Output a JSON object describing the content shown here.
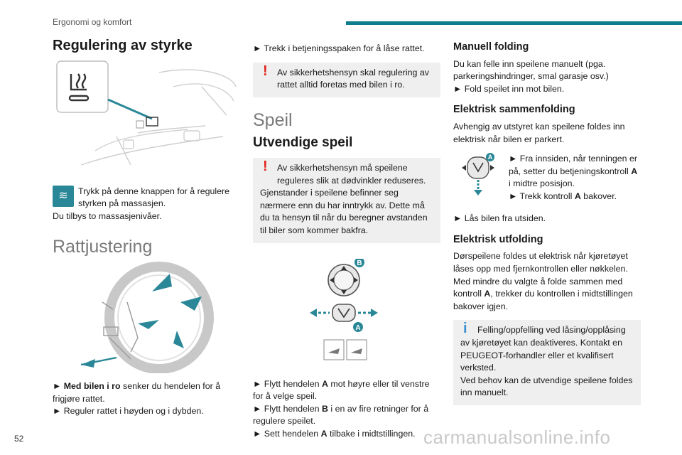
{
  "header": {
    "section_title": "Ergonomi og komfort",
    "page_number": "52"
  },
  "watermark": "carmanualsonline.info",
  "col1": {
    "h_regulering": "Regulering av styrke",
    "massage_text_1": "Trykk på denne knappen for å regulere styrken på massasjen.",
    "massage_text_2": "Du tilbys to massasjenivåer.",
    "h_rattjustering": "Rattjustering",
    "steer_b1_bold": "Med bilen i ro",
    "steer_b1_rest": " senker du hendelen for å frigjøre rattet.",
    "steer_b2": "Reguler rattet i høyden og i dybden."
  },
  "col2": {
    "trekk": "Trekk i betjeningsspaken for å låse rattet.",
    "warn_steer": "Av sikkerhetshensyn skal regulering av rattet alltid foretas med bilen i ro.",
    "h_speil": "Speil",
    "h_utvendige": "Utvendige speil",
    "warn_mirror_1": "Av sikkerhetshensyn må speilene reguleres slik at dødvinkler reduseres.",
    "warn_mirror_2": "Gjenstander i speilene befinner seg nærmere enn du har inntrykk av. Dette må du ta hensyn til når du beregner avstanden til biler som kommer bakfra.",
    "label_b": "B",
    "label_a": "A",
    "m_b1_pre": "Flytt hendelen ",
    "m_b1_bold": "A",
    "m_b1_post": " mot høyre eller til venstre for å velge speil.",
    "m_b2_pre": "Flytt hendelen ",
    "m_b2_bold": "B",
    "m_b2_post": " i en av fire retninger for å regulere speilet.",
    "m_b3_pre": "Sett hendelen ",
    "m_b3_bold": "A",
    "m_b3_post": " tilbake i midtstillingen."
  },
  "col3": {
    "h_manuell": "Manuell folding",
    "manuell_text": "Du kan felle inn speilene manuelt (pga. parkeringshindringer, smal garasje osv.)",
    "manuell_b1": "Fold speilet inn mot bilen.",
    "h_elektrisk_samm": "Elektrisk sammenfolding",
    "samm_text": "Avhengig av utstyret kan speilene foldes inn elektrisk når bilen er parkert.",
    "samm_b1_pre": "Fra innsiden, når tenningen er på, setter du betjeningskontroll ",
    "samm_b1_bold": "A",
    "samm_b1_post": " i midtre posisjon.",
    "samm_b2_pre": "Trekk kontroll ",
    "samm_b2_bold": "A",
    "samm_b2_post": " bakover.",
    "samm_b3": "Lås bilen fra utsiden.",
    "label_a": "A",
    "h_elektrisk_utf": "Elektrisk utfolding",
    "utf_pre": "Dørspeilene foldes ut elektrisk når kjøretøyet låses opp med fjernkontrollen eller nøkkelen. Med mindre du valgte å folde sammen med kontroll ",
    "utf_bold": "A",
    "utf_post": ", trekker du kontrollen i midtstillingen bakover igjen.",
    "info_1": "Felling/oppfelling ved låsing/opplåsing av kjøretøyet kan deaktiveres. Kontakt en PEUGEOT-forhandler eller et kvalifisert verksted.",
    "info_2": "Ved behov kan de utvendige speilene foldes inn manuelt."
  },
  "symbols": {
    "arrow_bullet": "►",
    "warn": "!",
    "info": "i"
  },
  "colors": {
    "accent": "#0e7d8c",
    "icon_teal": "#2a8797",
    "warn_red": "#e0231b",
    "info_blue": "#3a8fd0",
    "box_grey": "#efefef"
  }
}
